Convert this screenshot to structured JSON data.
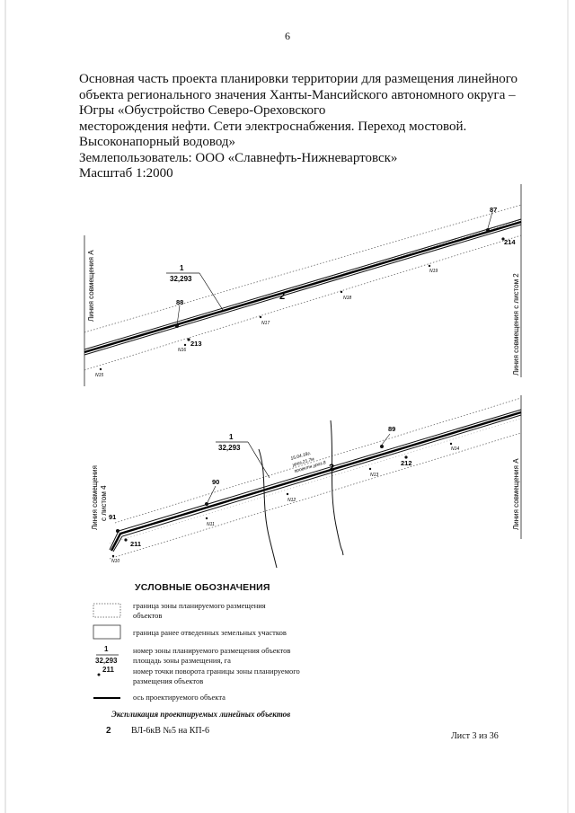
{
  "page_number": "6",
  "title_lines": [
    "Основная часть проекта планировки территории  для размещения линейного",
    "объекта регионального значения Ханты-Мансийского автономного округа –",
    "Югры «Обустройство Северо-Ореховского",
    "месторождения нефти. Сети электроснабжения. Переход мостовой.",
    "Высоконапорный водовод»",
    "Землепользователь: ООО «Славнефть-Нижневартовск»",
    "Масштаб 1:2000"
  ],
  "map_top": {
    "zone_number": "1",
    "zone_area": "32,293",
    "line_number": "2",
    "left_label": "Линия совмещения А",
    "right_label": "Линия совмещения с листом 2",
    "points": [
      "87",
      "88",
      "213",
      "214"
    ],
    "small_labels": [
      "N15",
      "N16",
      "N17",
      "N18",
      "N19"
    ]
  },
  "map_bottom": {
    "zone_number": "1",
    "zone_area": "32,293",
    "line_number": "2",
    "left_label_line1": "Линия совмещения",
    "left_label_line2": "с листом 4",
    "right_label": "Линия совмещения А",
    "points": [
      "89",
      "90",
      "91",
      "211",
      "212"
    ],
    "small_labels": [
      "N10",
      "N11",
      "N12",
      "N13",
      "N14"
    ],
    "annotation": [
      "15.04.18г.",
      "уроз.21.7м",
      "проектн.уроз.8"
    ]
  },
  "legend": {
    "heading": "УСЛОВНЫЕ ОБОЗНАЧЕНИЯ",
    "items": [
      {
        "text_line1": "граница зоны планируемого размещения",
        "text_line2": "объектов"
      },
      {
        "text_line1": "граница ранее отведенных земельных участков"
      },
      {
        "sym1": "1",
        "sym2": "32,293",
        "text_line1": "номер зоны планируемого размещения объектов",
        "text_line2": "площадь зоны размещения, га"
      },
      {
        "sym1": "211",
        "text_line1": "номер точки поворота границы зоны планируемого",
        "text_line2": "размещения объектов"
      },
      {
        "text_line1": "ось проектируемого объекта"
      }
    ]
  },
  "explication": {
    "heading": "Экспликация проектируемых линейных объектов",
    "rows": [
      {
        "number": "2",
        "name": "ВЛ-6кВ №5 на КП-6"
      }
    ]
  },
  "sheet_label": "Лист 3 из 36"
}
